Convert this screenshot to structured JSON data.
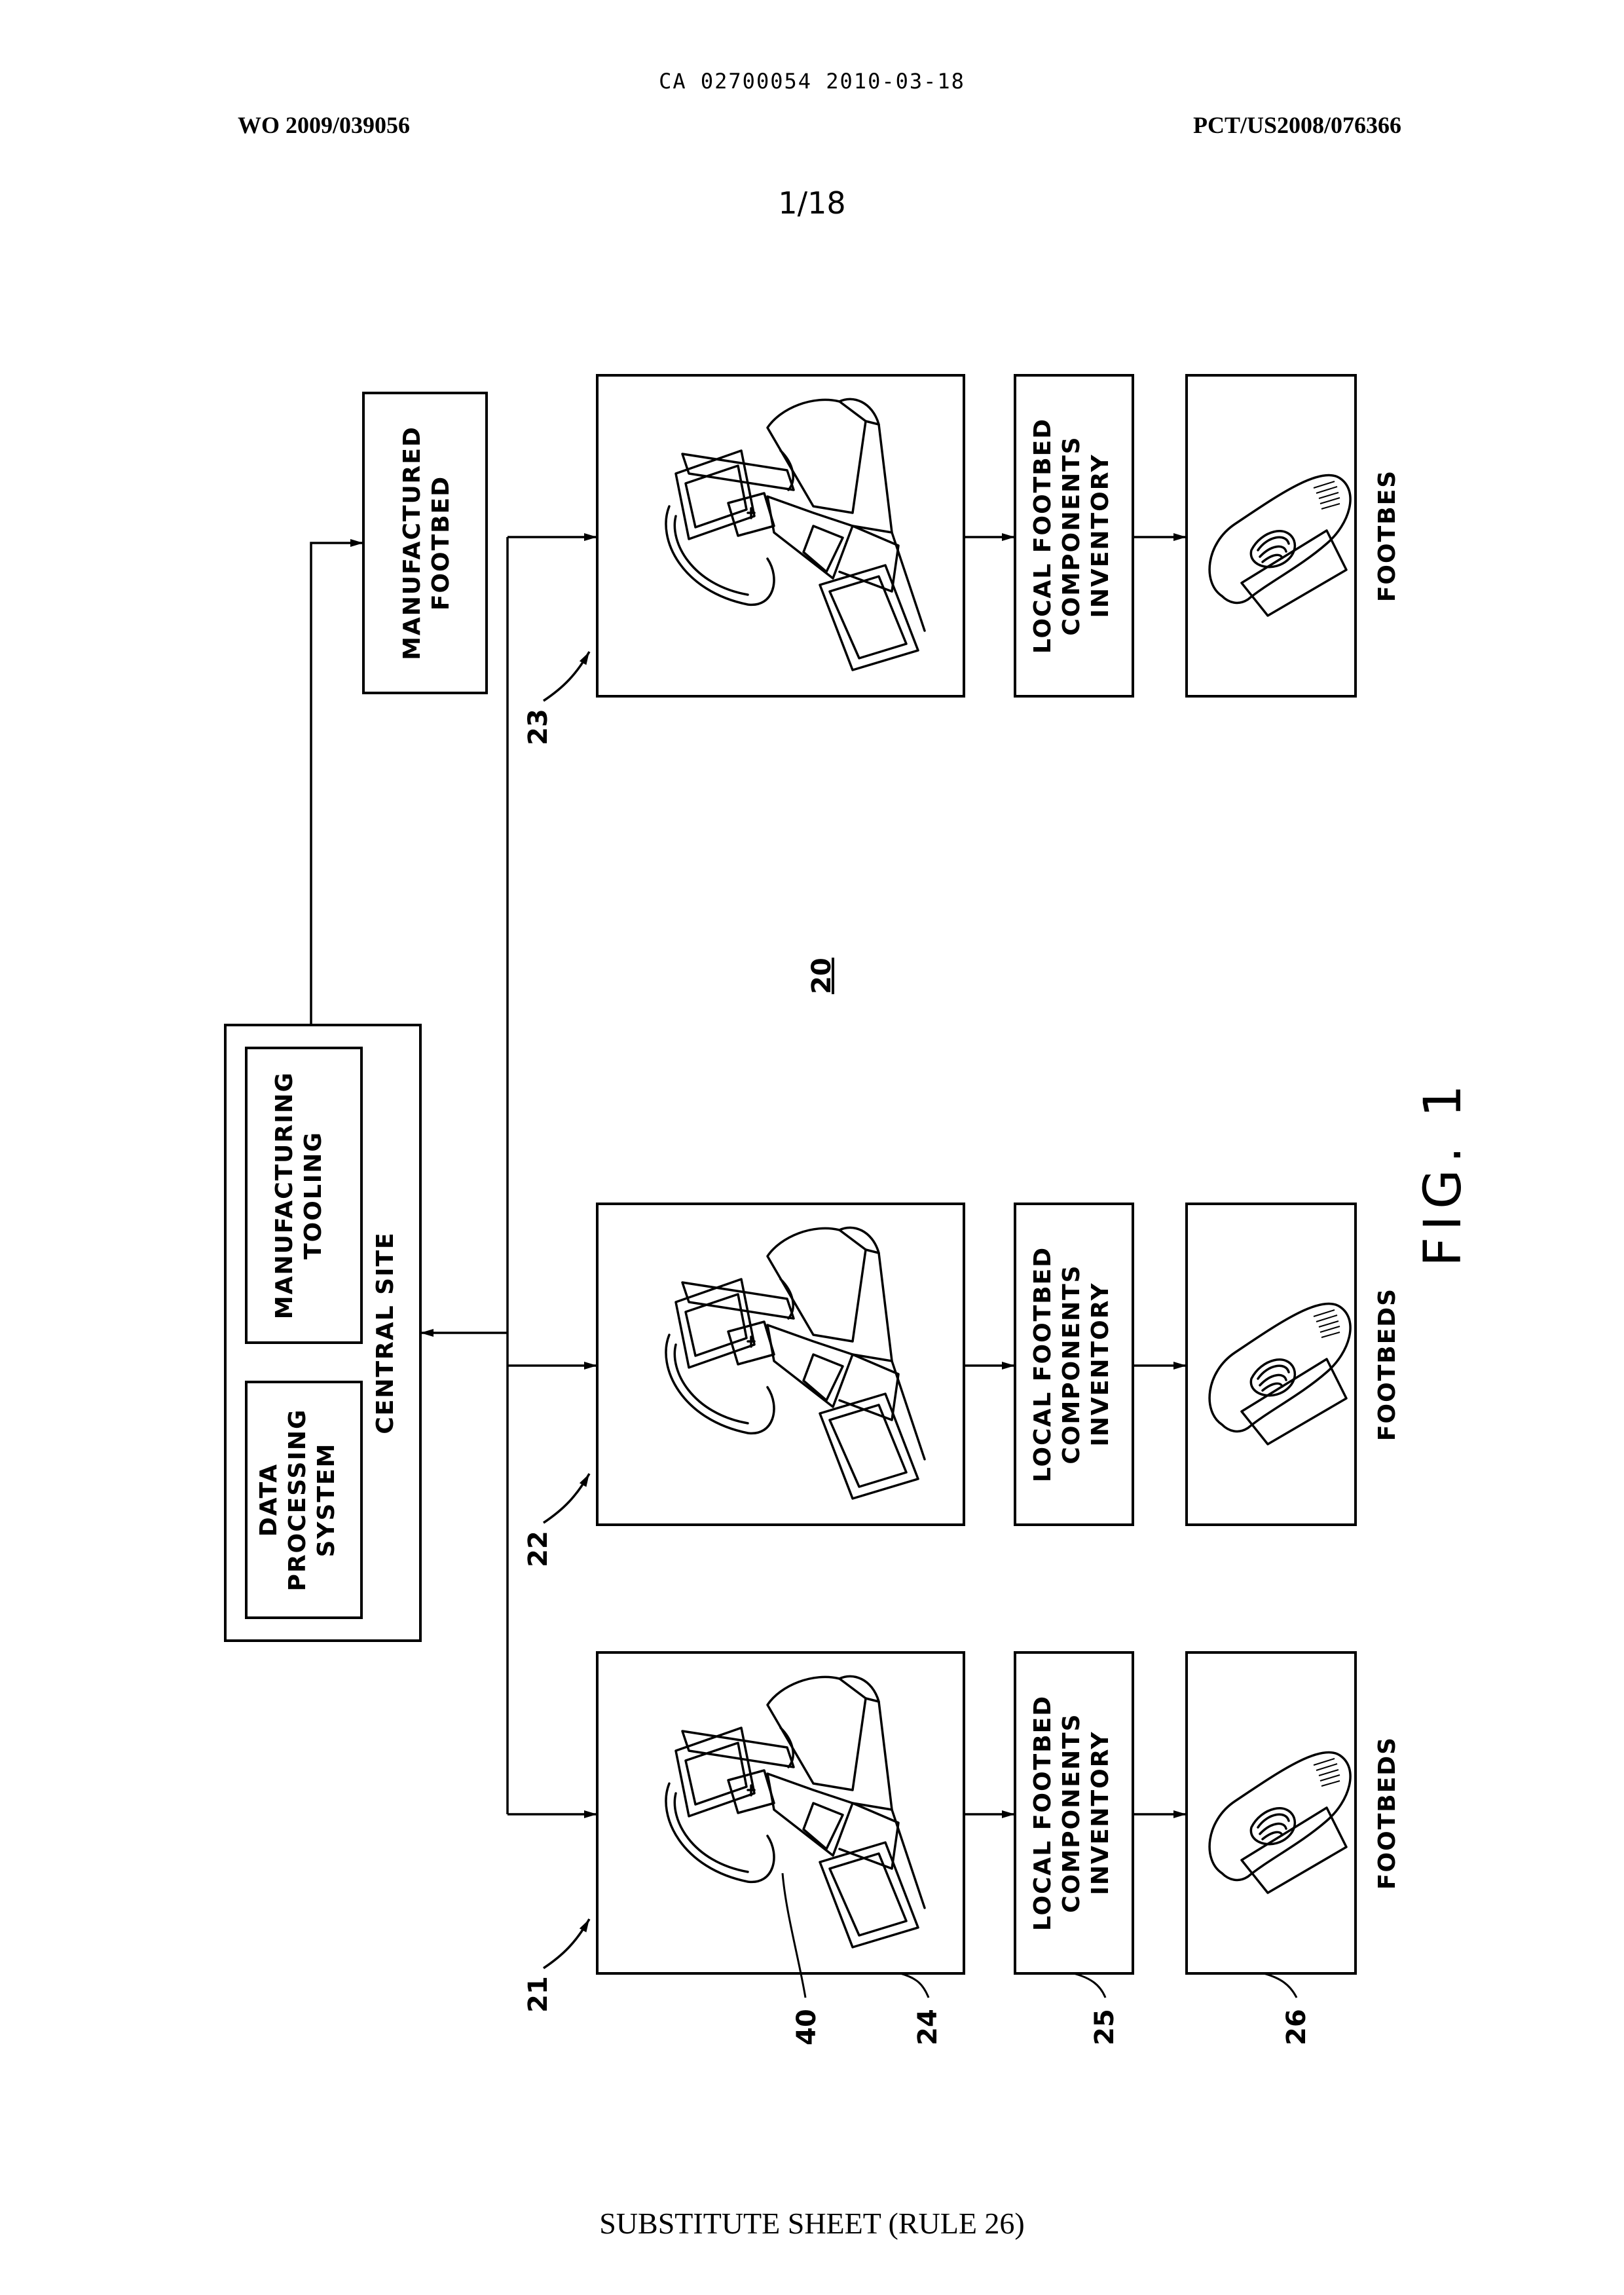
{
  "header": {
    "ca_line": "CA 02700054 2010-03-18",
    "wo_number": "WO 2009/039056",
    "pct_number": "PCT/US2008/076366",
    "sheet": "1/18"
  },
  "figure": {
    "central_site": {
      "title": "CENTRAL SITE",
      "data_processing": [
        "DATA",
        "PROCESSING",
        "SYSTEM"
      ],
      "manufacturing": [
        "MANUFACTURING",
        "TOOLING"
      ]
    },
    "manufactured_footbed": [
      "MANUFACTURED",
      "FOOTBED"
    ],
    "system_ref": "20",
    "fig_label": "FIG. 1",
    "columns": [
      {
        "ref": "21",
        "inventory": [
          "LOCAL FOOTBED",
          "COMPONENTS",
          "INVENTORY"
        ],
        "output": "FOOTBEDS"
      },
      {
        "ref": "22",
        "inventory": [
          "LOCAL FOOTBED",
          "COMPONENTS",
          "INVENTORY"
        ],
        "output": "FOOTBEDS"
      },
      {
        "ref": "23",
        "inventory": [
          "LOCAL FOOTBED",
          "COMPONENTS",
          "INVENTORY"
        ],
        "output": "FOOTBES"
      }
    ],
    "ref_labels": {
      "scanner": "40",
      "kiosk": "24",
      "inventory": "25",
      "footbed": "26"
    }
  },
  "footer": "SUBSTITUTE SHEET (RULE 26)"
}
